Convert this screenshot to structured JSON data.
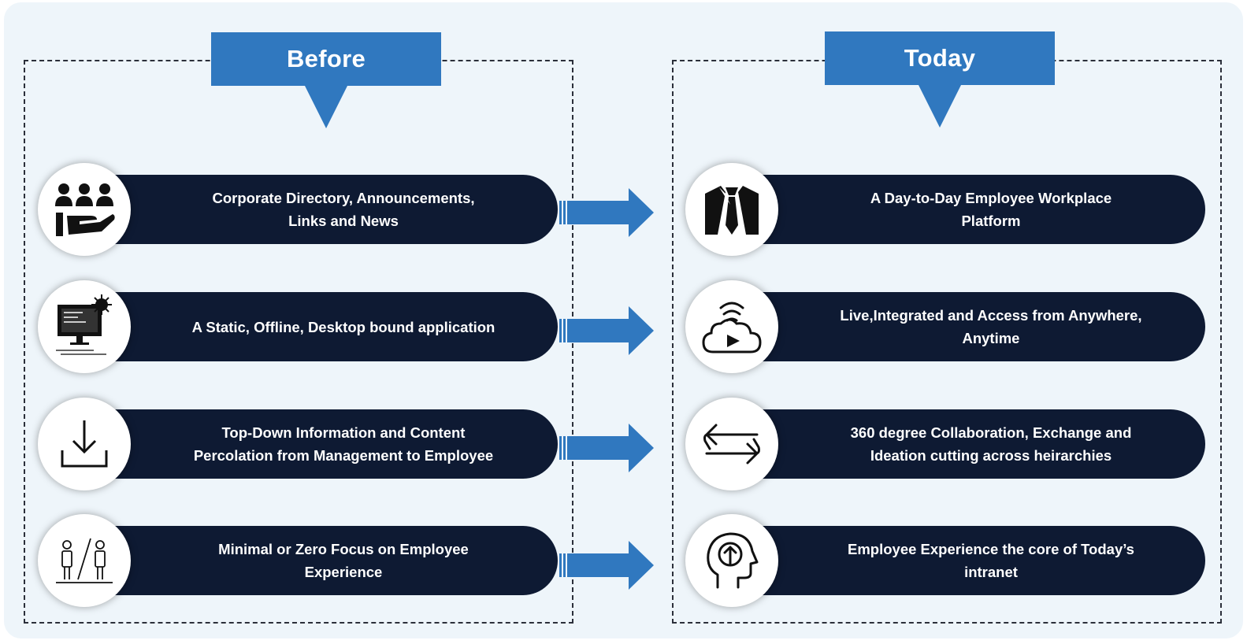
{
  "before": {
    "title": "Before",
    "items": [
      {
        "line1": "Corporate Directory, Announcements,",
        "line2": "Links and News",
        "icon": "people-hand-icon"
      },
      {
        "line1": "A Static, Offline, Desktop bound application",
        "line2": "",
        "icon": "desktop-computer-icon"
      },
      {
        "line1": "Top-Down Information and Content",
        "line2": "Percolation from Management to Employee",
        "icon": "download-icon"
      },
      {
        "line1": "Minimal or Zero Focus on Employee",
        "line2": "Experience",
        "icon": "divided-people-icon"
      }
    ]
  },
  "today": {
    "title": "Today",
    "items": [
      {
        "line1": "A Day-to-Day Employee Workplace",
        "line2": "Platform",
        "icon": "suit-tie-icon"
      },
      {
        "line1": "Live,Integrated and Access from Anywhere,",
        "line2": "Anytime",
        "icon": "cloud-wifi-icon"
      },
      {
        "line1": "360 degree Collaboration, Exchange and",
        "line2": "Ideation cutting across heirarchies",
        "icon": "exchange-arrows-icon"
      },
      {
        "line1": "Employee Experience the core of Today’s",
        "line2": "intranet",
        "icon": "head-growth-icon"
      }
    ]
  },
  "colors": {
    "header": "#3078bf",
    "bar": "#0e1a33",
    "arrow": "#3078bf",
    "background": "#eef5fa"
  }
}
